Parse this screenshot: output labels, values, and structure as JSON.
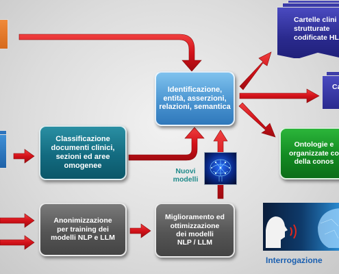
{
  "nodes": {
    "identificazione": "Identificazione,\nentità, asserzioni,\nrelazioni, semantica",
    "classificazione": "Classificazione\ndocumenti clinici,\nsezioni ed aree\nomogenee",
    "anonimizzazione": "Anonimizzazione\nper training dei\nmodelli NLP e LLM",
    "miglioramento": "Miglioramento ed\nottimizzazione\ndei modelli\nNLP / LLM",
    "ontologie": "Ontologie e\norganizzate co\ndella conos",
    "cartelle": "Cartelle clini\nstrutturate\ncodificate HL",
    "ca": "Ca",
    "nuovi_modelli": "Nuovi\nmodelli",
    "interrogazione": "Interrogazione"
  },
  "colors": {
    "arrow": "#d3121a",
    "identificazione": "#4b95d1",
    "classificazione": "#136b80",
    "gray_box": "#555555",
    "ontologie": "#138a22",
    "document": "#2a2a8e",
    "nuovi_modelli_text": "#1e8a8a",
    "interrogazione_text": "#1a5fb0"
  },
  "icons": {
    "brain": "brain-network-icon",
    "face": "face-voice-icon",
    "left_docs": [
      "orange-document-icon",
      "blue-document-icon"
    ]
  }
}
